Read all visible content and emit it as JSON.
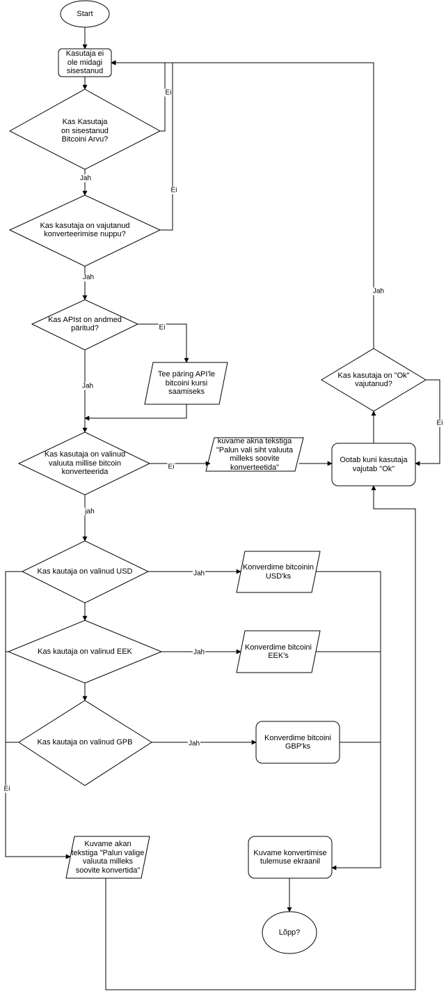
{
  "diagram": {
    "nodes": {
      "start": "Start",
      "no_input": "Kasutaja ei\nole midagi\nsisestanud",
      "q_input": "Kas Kasutaja\non sisestanud\nBitcoini Arvu?",
      "q_button": "Kas kasutaja on vajutanud\nkonverteerimise nuppu?",
      "q_api": "Kas APIst on andmed\npäritud?",
      "api_request": "Tee päring API'le\nbitcoini kursi\nsaamiseks",
      "q_currency": "Kas kasutaja on valinud\nvaluuta millise bitcoin\nkonverteerida",
      "msg_select_target": "kuvame akna tekstiga\n\"Palun vali siht valuuta\nmilleks soovite\nkonverteetida\"",
      "wait_ok": "Ootab kuni kasutaja\nvajutab \"Ok\"",
      "q_ok": "Kas kasutaja on \"Ok\"\nvajutanud?",
      "q_usd": "Kas kautaja on valinud USD",
      "conv_usd": "Konverdime bitcoinin\nUSD'ks",
      "q_eek": "Kas kautaja on valinud EEK",
      "conv_eek": "Konverdime bitcoini\nEEK's",
      "q_gpb": "Kas kautaja on valinud GPB",
      "conv_gbp": "Konverdime bitcoini\nGBP'ks",
      "msg_select_currency": "Kuvame akan\ntekstiga \"Palun valige\nvaluuta milleks\nsoovite konvertida\"",
      "show_result": "Kuvame konvertimise\ntulemuse ekraanil",
      "end": "Lõpp?"
    },
    "edge_labels": {
      "input_no": "Ei",
      "input_yes": "Jah",
      "button_no": "Ei",
      "button_yes": "Jah",
      "api_no": "Ei",
      "api_yes": "Jah",
      "currency_no": "Ei",
      "currency_yes": "jah",
      "ok_yes": "Jah",
      "ok_no": "Ei",
      "usd_yes": "Jah",
      "eek_yes": "Jah",
      "gpb_yes": "Jah",
      "gpb_no": "Ei"
    }
  }
}
